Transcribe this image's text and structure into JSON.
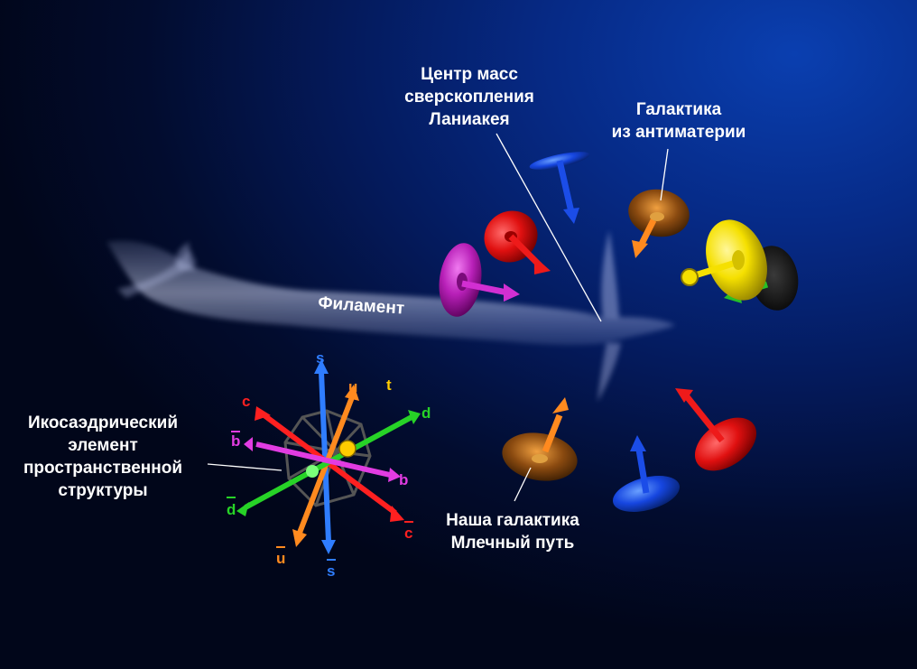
{
  "labels": {
    "mass_center": [
      "Центр масс",
      "сверскопления",
      "Ланиакея"
    ],
    "antimatter_galaxy": [
      "Галактика",
      "из антиматерии"
    ],
    "filament": "Филамент",
    "icosahedral": [
      "Икосаэдрический",
      "элемент",
      "пространственной",
      "структуры"
    ],
    "our_galaxy": [
      "Наша галактика",
      "Млечный путь"
    ]
  },
  "quarks": {
    "s": "s",
    "u": "u",
    "t": "t",
    "c": "c",
    "d": "d",
    "b": "b",
    "b_bar": "b",
    "d_bar": "d",
    "u_bar": "u",
    "s_bar": "s",
    "c_bar": "c"
  },
  "colors": {
    "s": "#2f7dff",
    "u": "#ff8a1f",
    "t": "#ffcc00",
    "c": "#ff2020",
    "d": "#27d327",
    "b": "#e23ce2",
    "label": "#ffffff"
  }
}
